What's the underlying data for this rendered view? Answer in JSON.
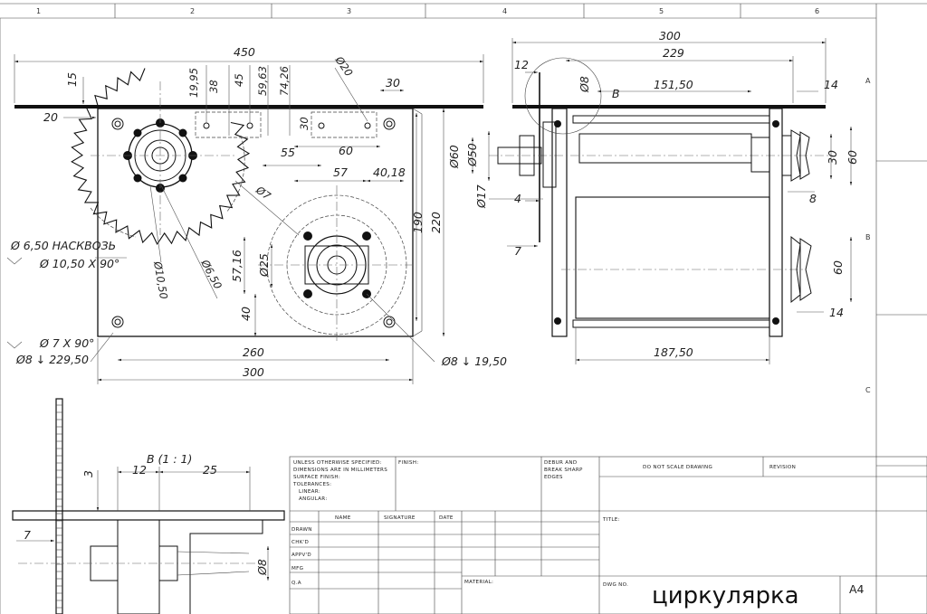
{
  "frame": {
    "column_numbers": [
      "1",
      "2",
      "3",
      "4",
      "5",
      "6"
    ],
    "row_letters": [
      "A",
      "B",
      "C"
    ]
  },
  "front_view": {
    "dims": {
      "width_top": "450",
      "d15": "15",
      "d20": "20",
      "d19_95": "19,95",
      "d38": "38",
      "d45": "45",
      "d59_63": "59,63",
      "d74_26": "74,26",
      "dia20": "Ø20",
      "d30a": "30",
      "d30b": "30",
      "d55": "55",
      "d60": "60",
      "d57": "57",
      "d40_18": "40,18",
      "dia7": "Ø7",
      "d190": "190",
      "d220": "220",
      "d57_16": "57,16",
      "dia25": "Ø25",
      "d40": "40",
      "dia10_50": "Ø10,50",
      "dia6_50": "Ø6,50",
      "d260": "260",
      "d300": "300"
    },
    "notes": {
      "hole1": "Ø 6,50 НАСКВОЗЬ",
      "hole1b": "Ø 10,50 X 90°",
      "hole2": "Ø 7 X 90°",
      "hole2b": "Ø8 ↓ 229,50",
      "hole3": "Ø8 ↓ 19,50"
    }
  },
  "side_view": {
    "dims": {
      "d300": "300",
      "d229": "229",
      "d12": "12",
      "dia8": "Ø8",
      "detail_ref": "B",
      "d151_50": "151,50",
      "d14a": "14",
      "dia60a": "Ø60",
      "dia50": "Ø50",
      "dia17": "Ø17",
      "d4": "4",
      "d7": "7",
      "d30": "30",
      "d60a": "60",
      "d8": "8",
      "d60b": "60",
      "d14b": "14",
      "d187_50": "187,50"
    }
  },
  "detail": {
    "title": "B (1 : 1)",
    "dims": {
      "d3": "3",
      "d12": "12",
      "d25": "25",
      "d7": "7",
      "dia8": "Ø8"
    }
  },
  "title_block": {
    "spec_lines": [
      "UNLESS OTHERWISE SPECIFIED:",
      "DIMENSIONS ARE IN MILLIMETERS",
      "SURFACE FINISH:",
      "TOLERANCES:",
      "LINEAR:",
      "ANGULAR:"
    ],
    "finish": "FINISH:",
    "deburr": [
      "DEBUR AND",
      "BREAK SHARP",
      "EDGES"
    ],
    "do_not_scale": "DO NOT SCALE DRAWING",
    "revision": "REVISION",
    "col_name": "NAME",
    "col_signature": "SIGNATURE",
    "col_date": "DATE",
    "rows": [
      "DRAWN",
      "CHK'D",
      "APPV'D",
      "MFG",
      "Q.A"
    ],
    "title_label": "TITLE:",
    "material": "MATERIAL:",
    "dwg_no": "DWG NO.",
    "dwg_title": "циркулярка",
    "size": "A4"
  },
  "colors": {
    "ink": "#111111",
    "paper": "#ffffff"
  }
}
